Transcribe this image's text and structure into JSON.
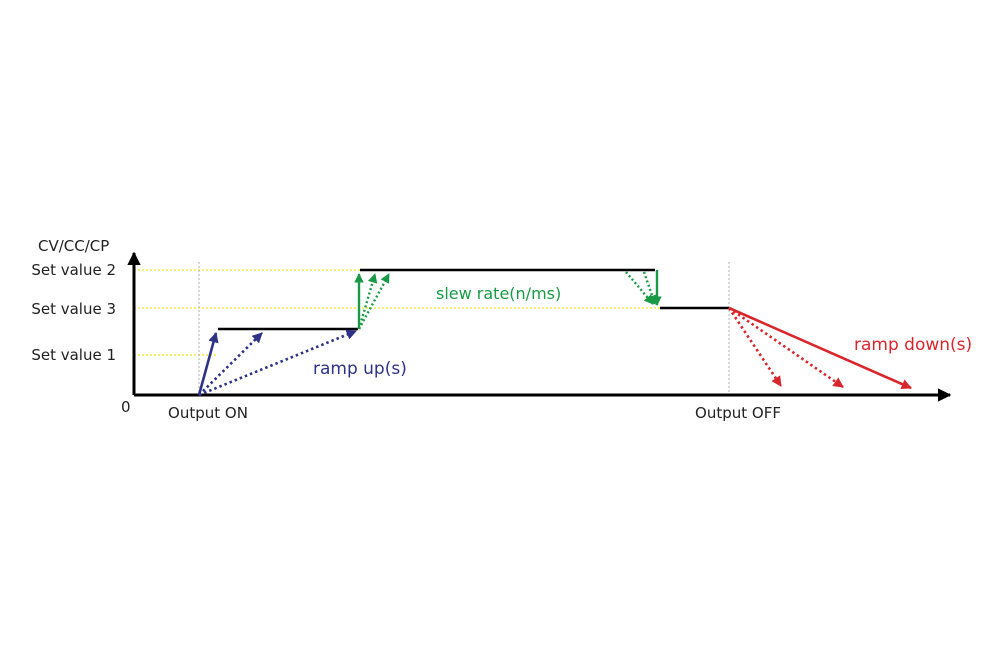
{
  "y_axis_label": "CV/CC/CP",
  "origin_label": "0",
  "levels": {
    "set_value_1": "Set value 1",
    "set_value_2": "Set value 2",
    "set_value_3": "Set value 3"
  },
  "x_events": {
    "output_on": "Output ON",
    "output_off": "Output OFF"
  },
  "annotations": {
    "ramp_up": "ramp up(s)",
    "slew_rate": "slew rate(n/ms)",
    "ramp_down": "ramp down(s)"
  },
  "colors": {
    "axis": "#000000",
    "guide": "#f5e31a",
    "ramp_up": "#2e3388",
    "slew_rate": "#1a9a47",
    "ramp_down": "#d9262c"
  }
}
